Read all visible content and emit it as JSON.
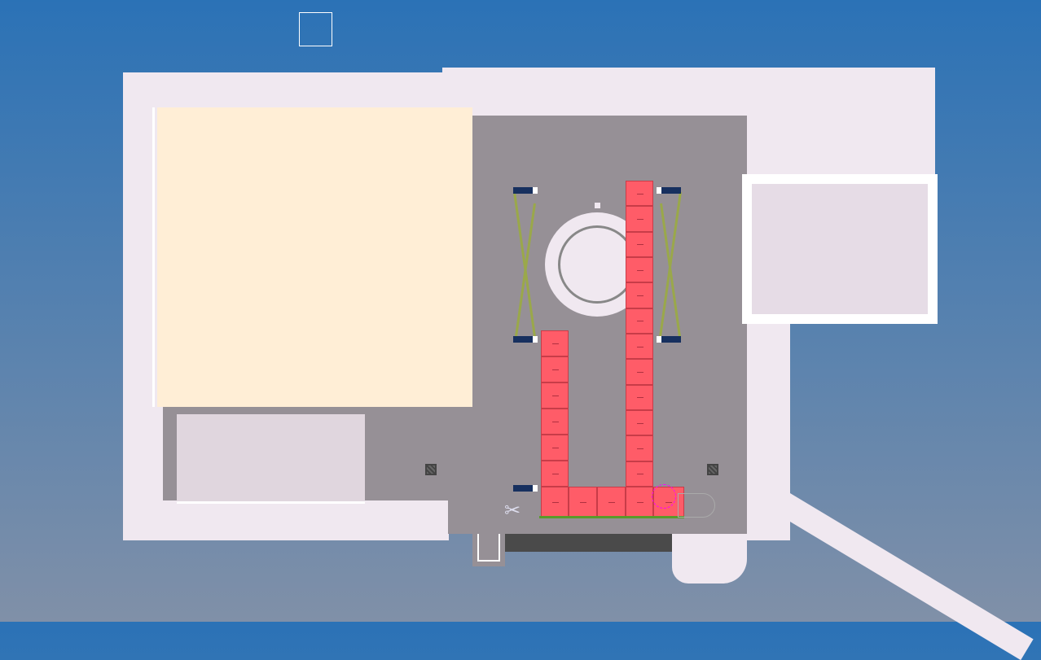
{
  "scene": {
    "type": "top-down building layout",
    "colors": {
      "sky_top": "#2b72b6",
      "sky_bottom": "#8090a8",
      "plaza": "#f0e8f0",
      "floor": "#969096",
      "room_yellow": "#ffeed6",
      "room_grey": "#e6dce6",
      "queue_tile": "#ff5c68",
      "queue_border": "#5a9a2a",
      "bench": "#17305f"
    },
    "queue": {
      "left_column_tiles": 7,
      "right_column_tiles": 13,
      "bottom_row_tiles": 5
    },
    "icons": [
      "scissors-icon",
      "fountain-icon",
      "bench-icon",
      "vent-icon"
    ]
  }
}
